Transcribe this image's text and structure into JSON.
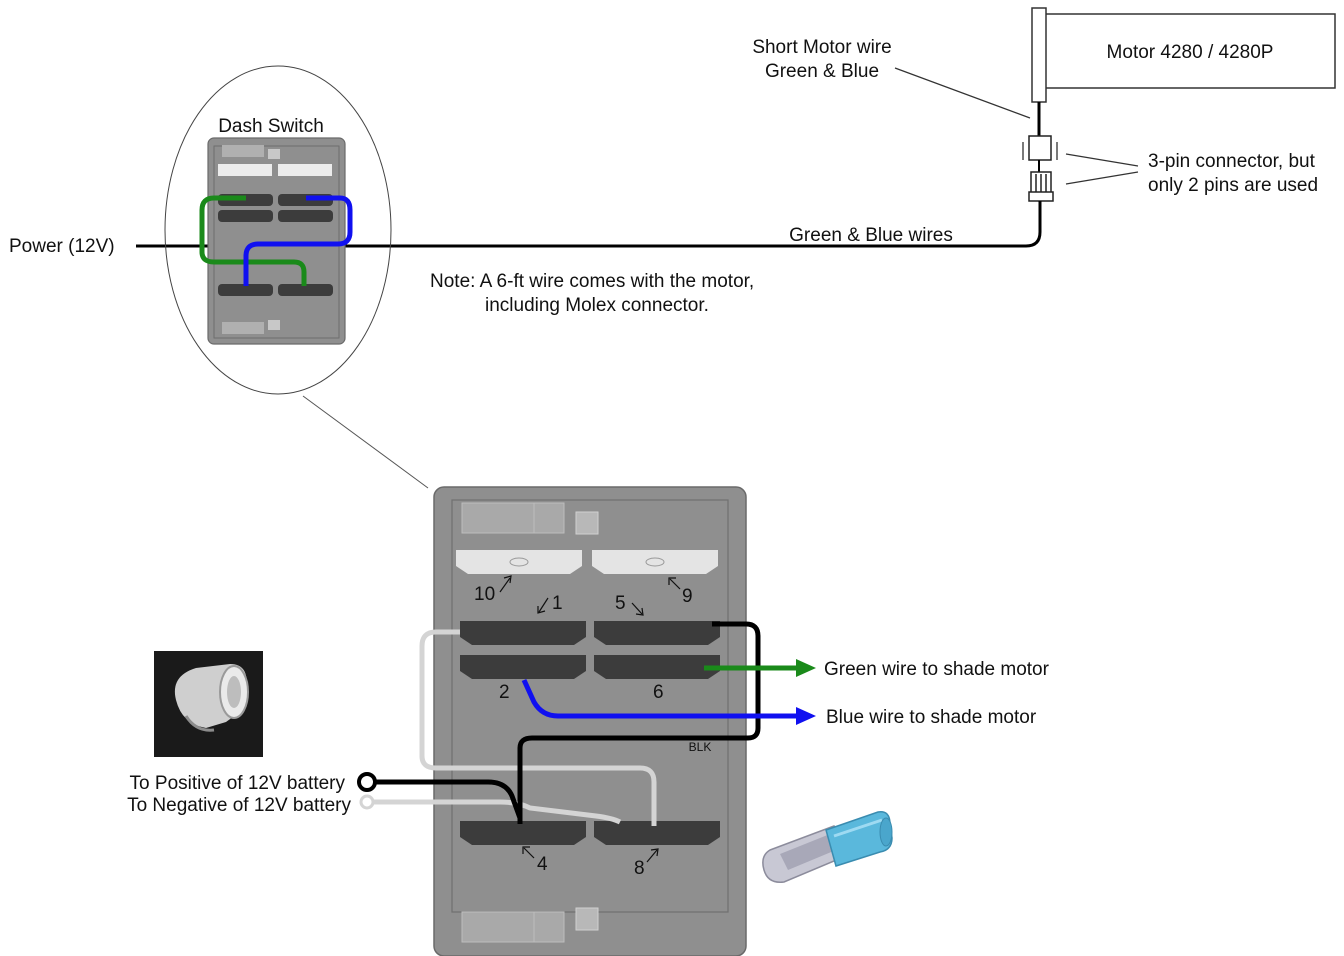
{
  "labels": {
    "motor_box": "Motor 4280 / 4280P",
    "short_motor_wire_line1": "Short Motor wire",
    "short_motor_wire_line2": "Green & Blue",
    "connector_line1": "3-pin connector, but",
    "connector_line2": "only 2 pins are used",
    "green_blue_wires": "Green & Blue wires",
    "dash_switch": "Dash Switch",
    "power": "Power (12V)",
    "note_line1": "Note: A 6-ft wire comes with the motor,",
    "note_line2": "including Molex connector.",
    "green_to_motor": "Green wire to shade motor",
    "blue_to_motor": "Blue wire to shade motor",
    "positive_battery": "To Positive of 12V battery",
    "negative_battery": "To Negative of 12V battery",
    "blk": "BLK"
  },
  "pins": {
    "p10": "10",
    "p1": "1",
    "p5": "5",
    "p9": "9",
    "p2": "2",
    "p6": "6",
    "p4": "4",
    "p8": "8"
  },
  "colors": {
    "green_wire": "#1a8a1a",
    "blue_wire": "#1010f0",
    "black_wire": "#000000",
    "white_wire": "#d8d8d8",
    "switch_body": "#8f8f8f",
    "terminal": "#3c3c3c",
    "crimp_blue": "#5ab8dc"
  }
}
